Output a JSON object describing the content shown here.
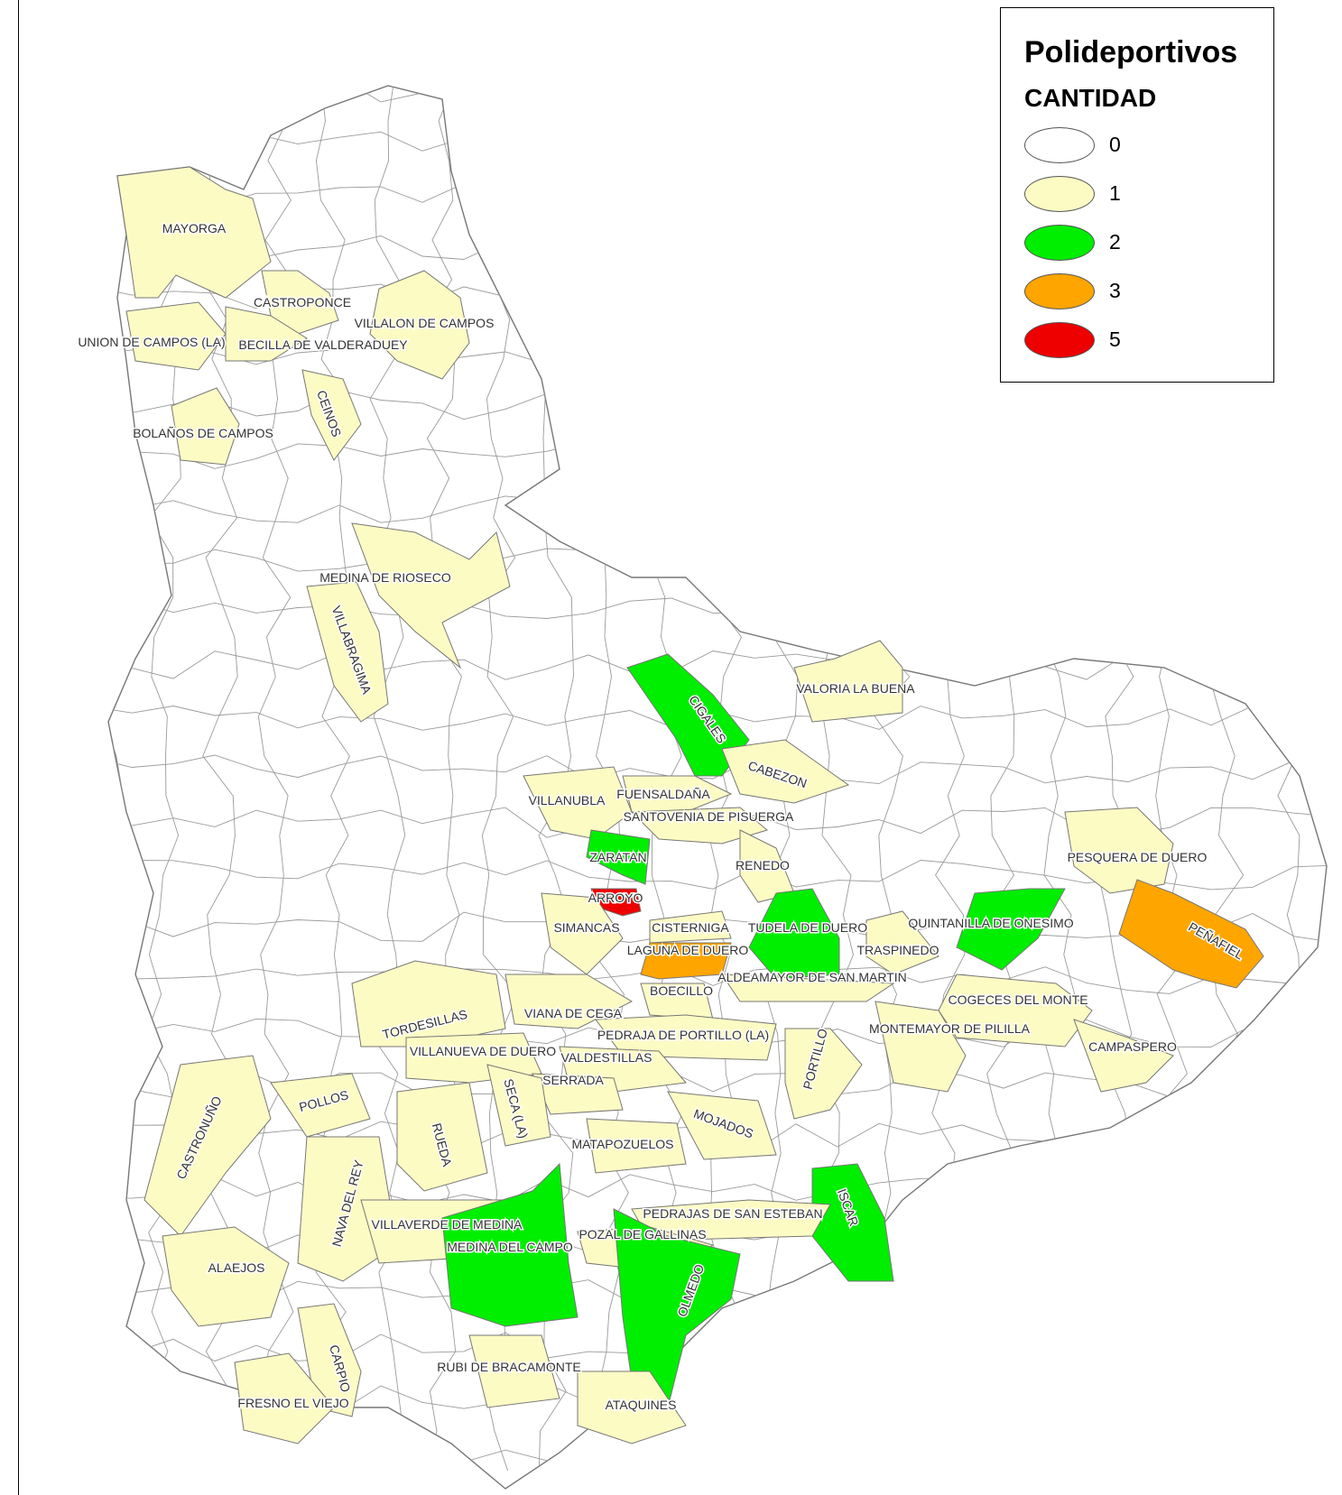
{
  "legend": {
    "title": "Polideportivos",
    "subtitle": "CANTIDAD",
    "items": [
      {
        "label": "0",
        "color": "#ffffff"
      },
      {
        "label": "1",
        "color": "#fdfbc4"
      },
      {
        "label": "2",
        "color": "#00ee00"
      },
      {
        "label": "3",
        "color": "#ffa500"
      },
      {
        "label": "5",
        "color": "#ee0000"
      }
    ]
  },
  "colors": {
    "border": "#777777",
    "label_text": "#333333"
  },
  "municipalities": [
    {
      "name": "MAYORGA",
      "value": 1
    },
    {
      "name": "CASTROPONCE",
      "value": 1
    },
    {
      "name": "VILLALON DE CAMPOS",
      "value": 1
    },
    {
      "name": "UNION DE CAMPOS (LA)",
      "value": 1
    },
    {
      "name": "BECILLA DE VALDERADUEY",
      "value": 1
    },
    {
      "name": "CEINOS",
      "value": 1
    },
    {
      "name": "BOLAÑOS DE CAMPOS",
      "value": 1
    },
    {
      "name": "MEDINA DE RIOSECO",
      "value": 1
    },
    {
      "name": "VILLABRAGIMA",
      "value": 1
    },
    {
      "name": "CIGALES",
      "value": 2
    },
    {
      "name": "VALORIA LA BUENA",
      "value": 1
    },
    {
      "name": "CABEZON",
      "value": 1
    },
    {
      "name": "FUENSALDAÑA",
      "value": 1
    },
    {
      "name": "VILLANUBLA",
      "value": 1
    },
    {
      "name": "SANTOVENIA DE PISUERGA",
      "value": 1
    },
    {
      "name": "ZARATAN",
      "value": 2
    },
    {
      "name": "RENEDO",
      "value": 1
    },
    {
      "name": "PESQUERA DE DUERO",
      "value": 1
    },
    {
      "name": "ARROYO",
      "value": 5
    },
    {
      "name": "PEÑAFIEL",
      "value": 3
    },
    {
      "name": "SIMANCAS",
      "value": 1
    },
    {
      "name": "CISTERNIGA",
      "value": 1
    },
    {
      "name": "TUDELA DE DUERO",
      "value": 2
    },
    {
      "name": "QUINTANILLA DE ONESIMO",
      "value": 2
    },
    {
      "name": "LAGUNA DE DUERO",
      "value": 3
    },
    {
      "name": "TRASPINEDO",
      "value": 1
    },
    {
      "name": "ALDEAMAYOR DE SAN MARTIN",
      "value": 1
    },
    {
      "name": "BOECILLO",
      "value": 1
    },
    {
      "name": "COGECES DEL MONTE",
      "value": 1
    },
    {
      "name": "VIANA DE CEGA",
      "value": 1
    },
    {
      "name": "TORDESILLAS",
      "value": 1
    },
    {
      "name": "PEDRAJA DE PORTILLO (LA)",
      "value": 1
    },
    {
      "name": "MONTEMAYOR DE PILILLA",
      "value": 1
    },
    {
      "name": "CAMPASPERO",
      "value": 1
    },
    {
      "name": "VILLANUEVA DE DUERO",
      "value": 1
    },
    {
      "name": "VALDESTILLAS",
      "value": 1
    },
    {
      "name": "PORTILLO",
      "value": 1
    },
    {
      "name": "SERRADA",
      "value": 1
    },
    {
      "name": "SECA (LA)",
      "value": 1
    },
    {
      "name": "CASTRONUÑO",
      "value": 1
    },
    {
      "name": "POLLOS",
      "value": 1
    },
    {
      "name": "RUEDA",
      "value": 1
    },
    {
      "name": "MOJADOS",
      "value": 1
    },
    {
      "name": "MATAPOZUELOS",
      "value": 1
    },
    {
      "name": "NAVA DEL REY",
      "value": 1
    },
    {
      "name": "ISCAR",
      "value": 2
    },
    {
      "name": "PEDRAJAS DE SAN ESTEBAN",
      "value": 1
    },
    {
      "name": "VILLAVERDE DE MEDINA",
      "value": 1
    },
    {
      "name": "POZAL DE GALLINAS",
      "value": 1
    },
    {
      "name": "MEDINA DEL CAMPO",
      "value": 2
    },
    {
      "name": "OLMEDO",
      "value": 2
    },
    {
      "name": "ALAEJOS",
      "value": 1
    },
    {
      "name": "CARPIO",
      "value": 1
    },
    {
      "name": "RUBI DE BRACAMONTE",
      "value": 1
    },
    {
      "name": "FRESNO EL VIEJO",
      "value": 1
    },
    {
      "name": "ATAQUINES",
      "value": 1
    }
  ]
}
